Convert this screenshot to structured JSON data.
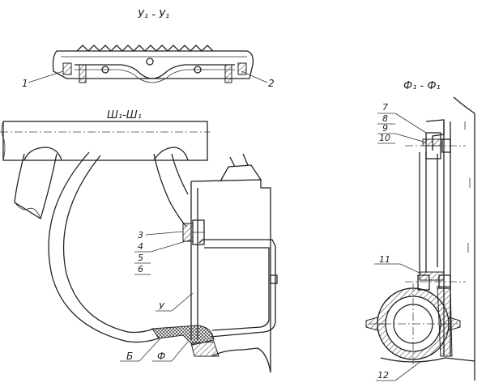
{
  "views": {
    "top": {
      "title": "У₁ - У₁",
      "callouts": [
        "1",
        "2"
      ]
    },
    "left": {
      "title": "Ш₁-Ш₁",
      "callouts": [
        "3",
        "4",
        "5",
        "6",
        "У",
        "Б",
        "Ф"
      ]
    },
    "right": {
      "title": "Ф₁ - Ф₁",
      "callouts": [
        "7",
        "8",
        "9",
        "10",
        "11",
        "12"
      ]
    }
  }
}
